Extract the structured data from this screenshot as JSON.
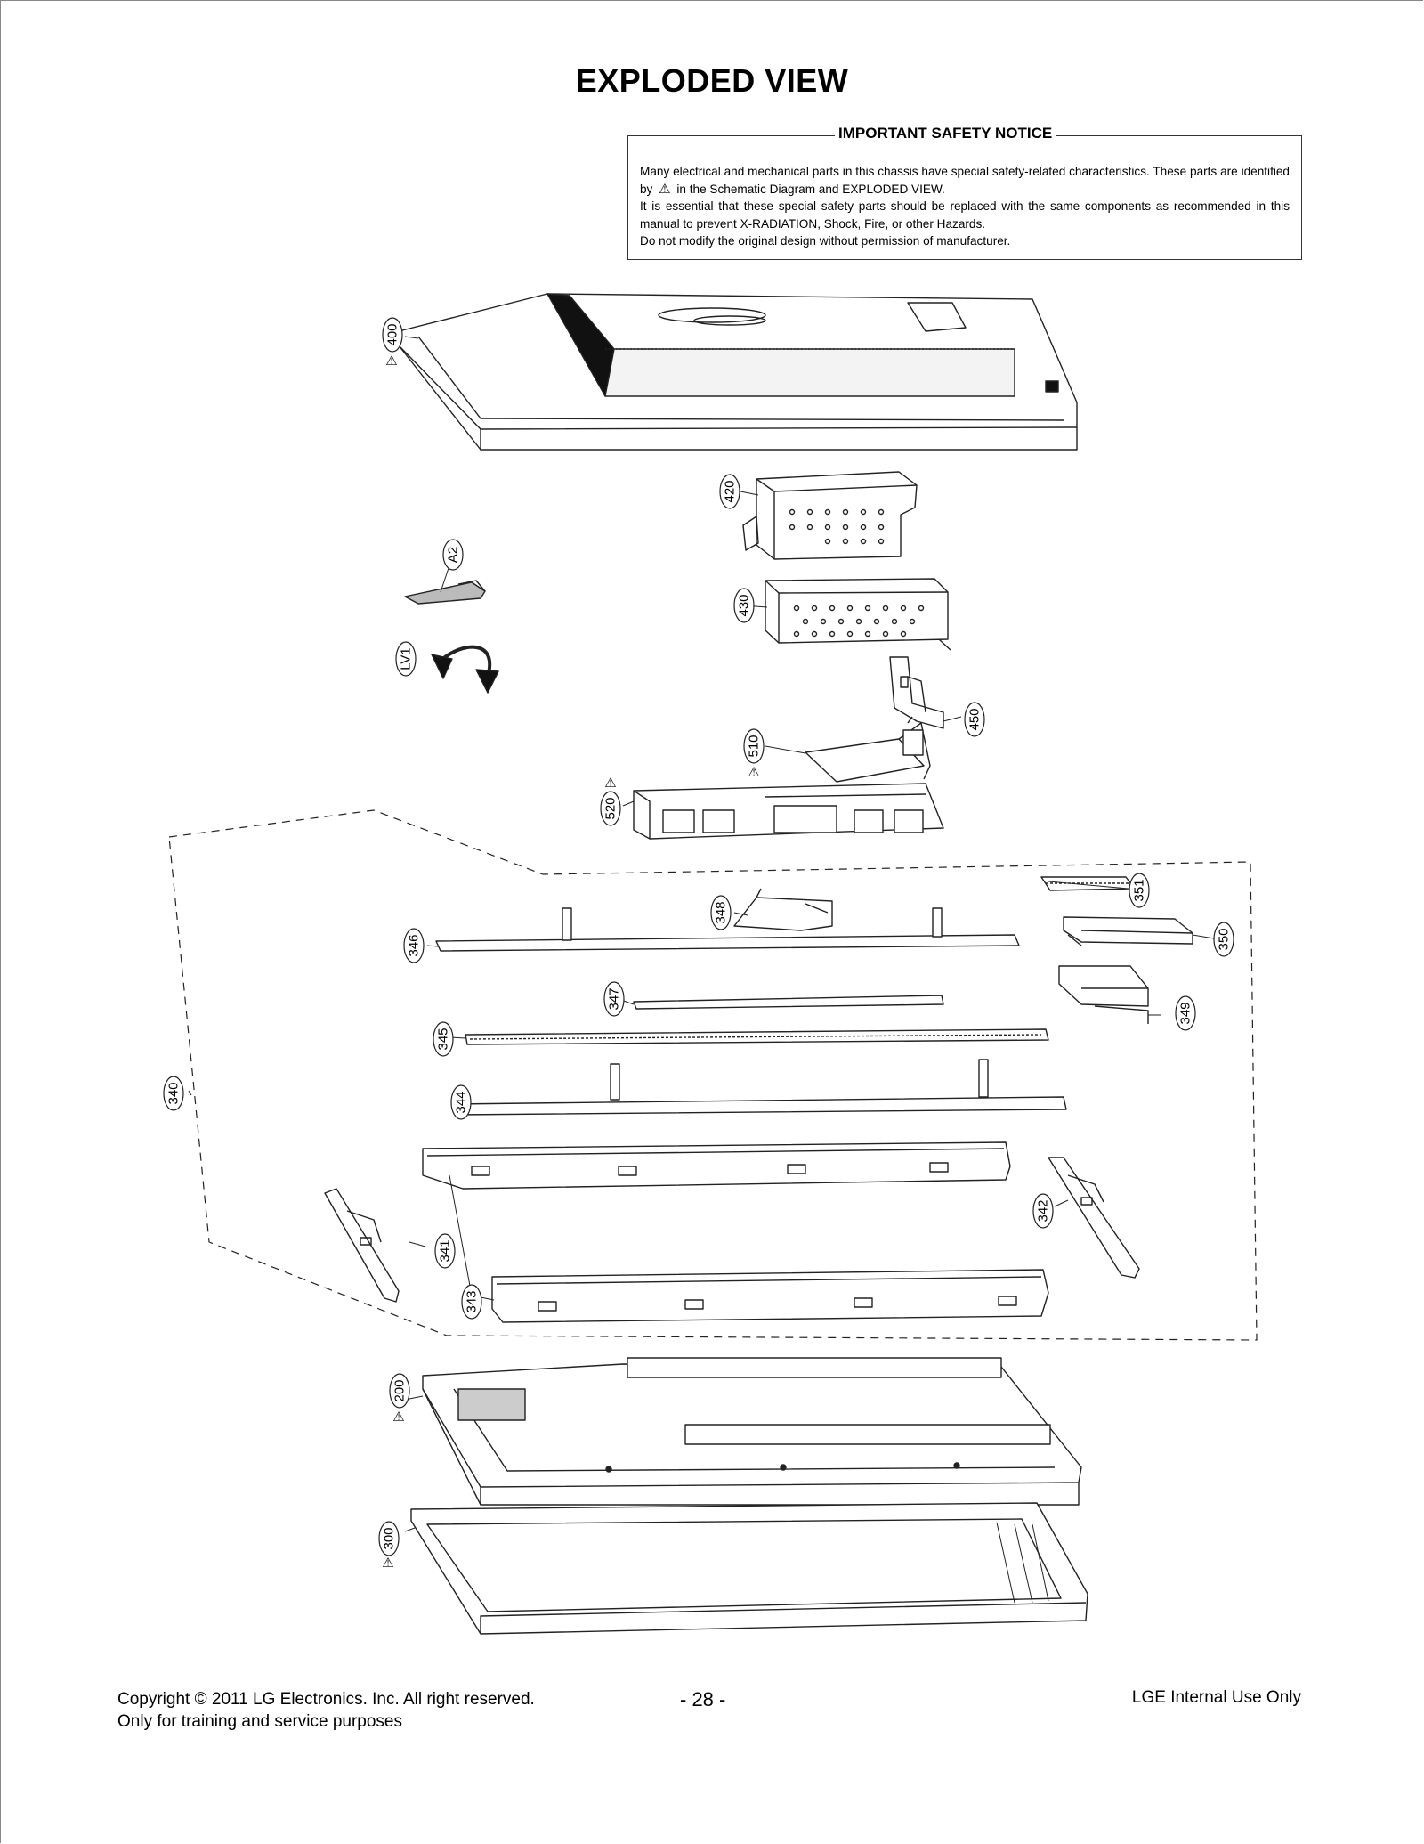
{
  "title": "EXPLODED VIEW",
  "notice": {
    "heading": "IMPORTANT SAFETY NOTICE",
    "line1": "Many electrical and mechanical parts in this chassis have special safety-related characteristics. These parts are identified by",
    "warning_symbol": "⚠",
    "line1_tail": "in the Schematic Diagram and EXPLODED VIEW.",
    "line2": "It is essential that these special safety parts should be replaced with the same components as recommended in this manual to prevent X-RADIATION, Shock, Fire, or other Hazards.",
    "line3": "Do not modify the original design without permission of manufacturer."
  },
  "parts": {
    "p400": "400",
    "p420": "420",
    "pA2": "A2",
    "p430": "430",
    "pLV1": "LV1",
    "p450": "450",
    "p510": "510",
    "p520": "520",
    "p348": "348",
    "p351": "351",
    "p346": "346",
    "p350": "350",
    "p347": "347",
    "p349": "349",
    "p345": "345",
    "p340": "340",
    "p344": "344",
    "p342": "342",
    "p341": "341",
    "p343": "343",
    "p200": "200",
    "p300": "300"
  },
  "footer": {
    "copyright_prefix": "Copyright",
    "copyright_symbol": "©",
    "copyright_text": "2011 LG Electronics. Inc. All right reserved.",
    "line2": "Only for training and service purposes",
    "page": "- 28 -",
    "right": "LGE Internal Use Only"
  }
}
